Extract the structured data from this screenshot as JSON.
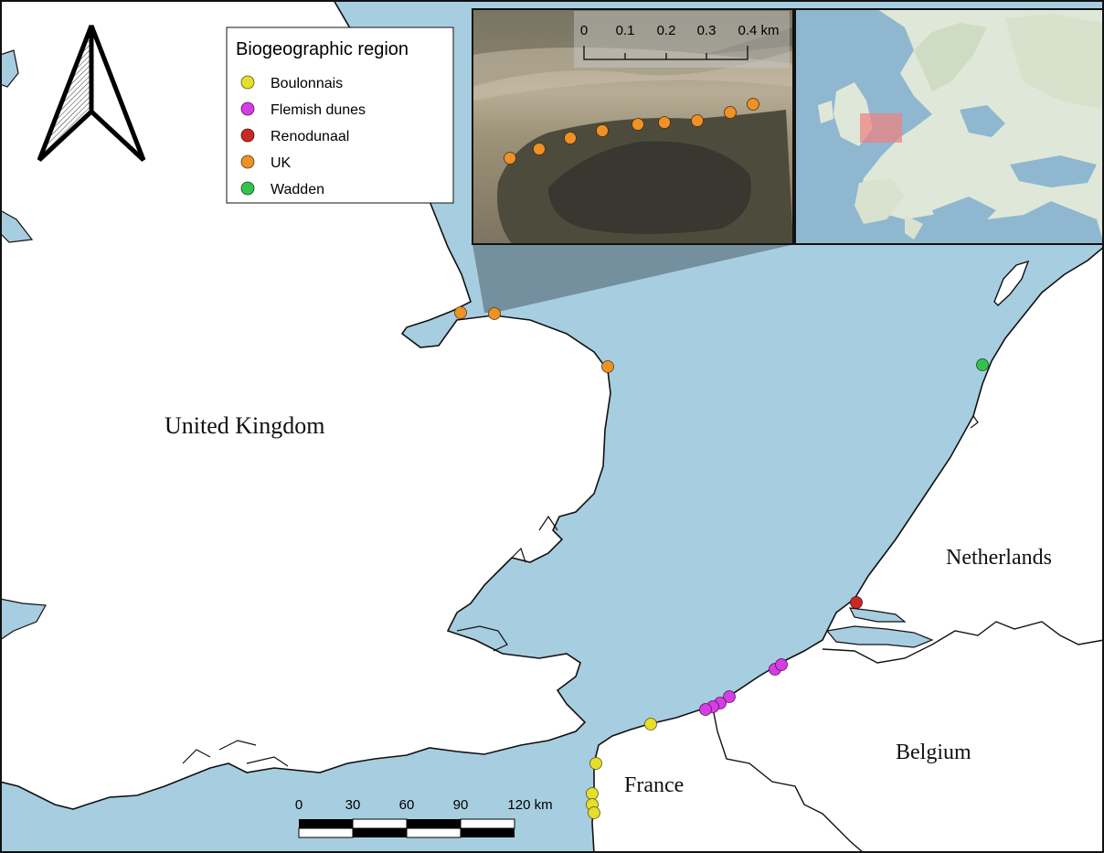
{
  "legend": {
    "title": "Biogeographic region",
    "items": [
      {
        "label": "Boulonnais",
        "color": "#e5df2b"
      },
      {
        "label": "Flemish dunes",
        "color": "#d43ee3"
      },
      {
        "label": "Renodunaal",
        "color": "#c92a24"
      },
      {
        "label": "UK",
        "color": "#ee9127"
      },
      {
        "label": "Wadden",
        "color": "#34c24f"
      }
    ]
  },
  "countries": {
    "uk": "United Kingdom",
    "nl": "Netherlands",
    "be": "Belgium",
    "fr": "France"
  },
  "scalebar_main": {
    "ticks": [
      "0",
      "30",
      "60",
      "90",
      "120 km"
    ]
  },
  "scalebar_inset": {
    "ticks": [
      "0",
      "0.1",
      "0.2",
      "0.3",
      "0.4 km"
    ]
  },
  "colors": {
    "sea": "#a7cde0",
    "land": "#ffffff",
    "coast": "#111111",
    "highlight": "#ef7f7f"
  },
  "icons": {
    "north_arrow": "north-arrow-icon"
  }
}
